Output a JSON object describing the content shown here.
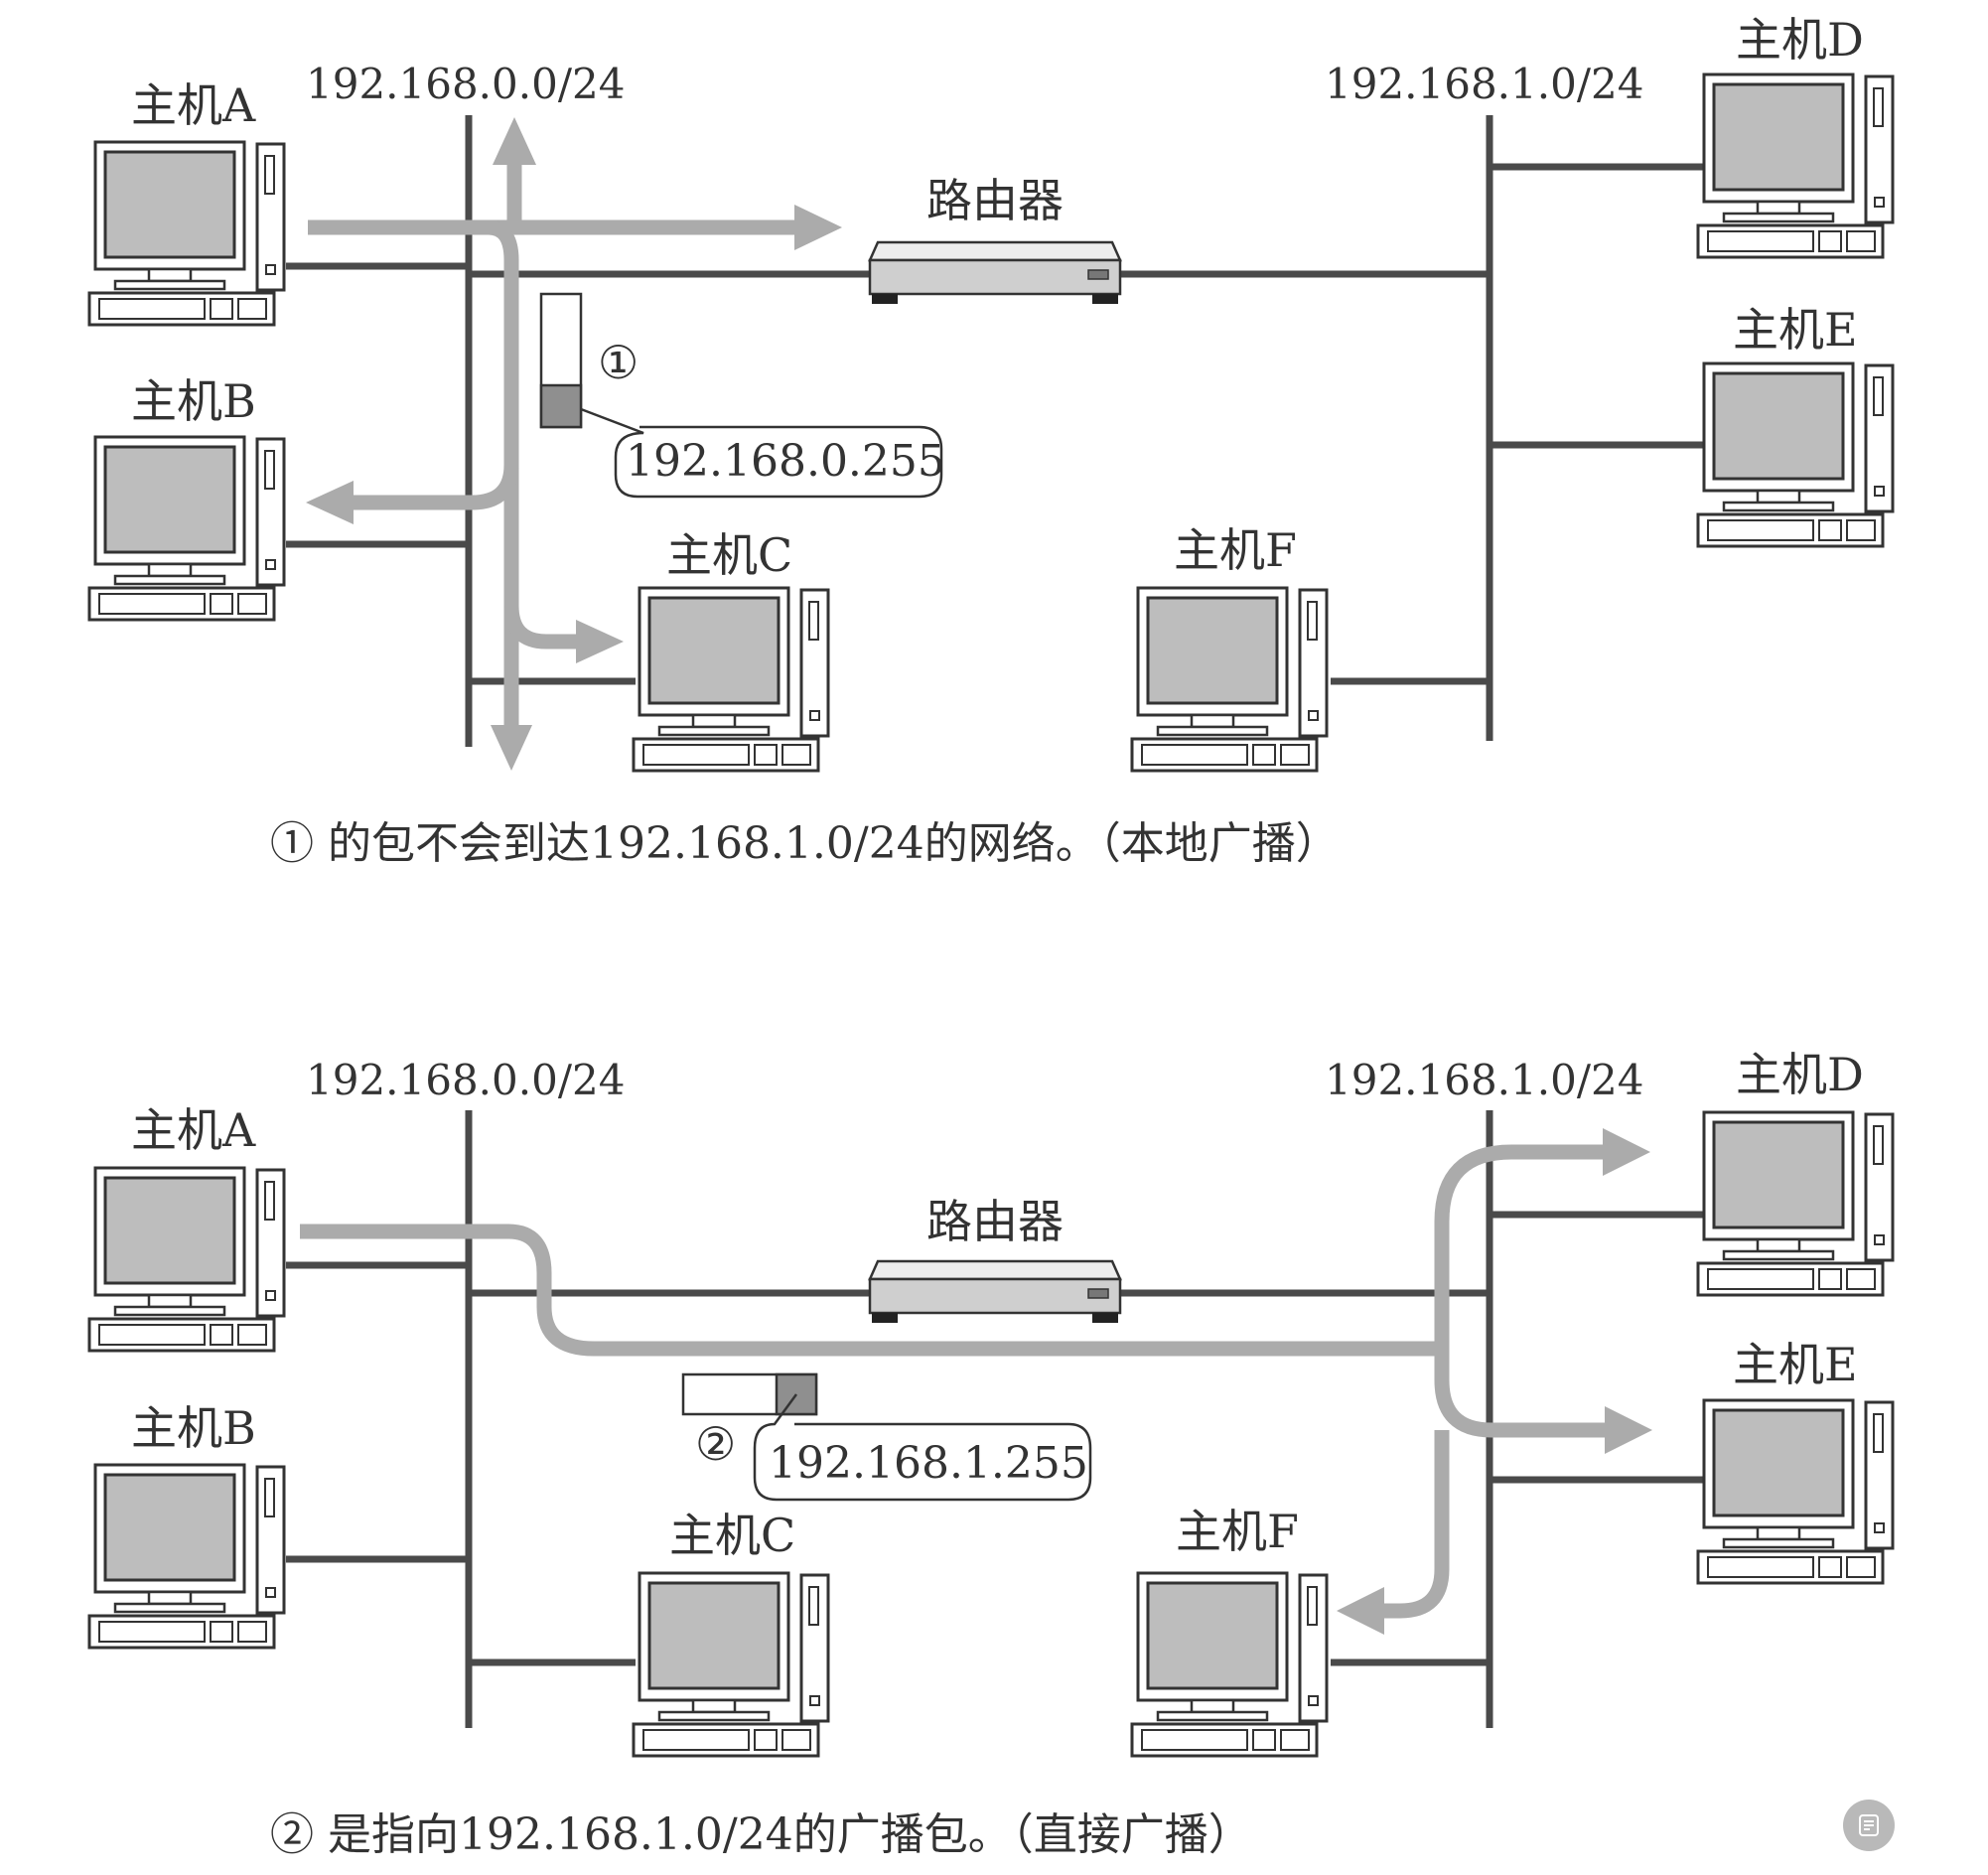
{
  "diagram1": {
    "net_left_label": "192.168.0.0/24",
    "net_right_label": "192.168.1.0/24",
    "router_label": "路由器",
    "hosts": {
      "a": "主机A",
      "b": "主机B",
      "c": "主机C",
      "d": "主机D",
      "e": "主机E",
      "f": "主机F"
    },
    "packet_marker": "①",
    "packet_address": "192.168.0.255",
    "caption": "① 的包不会到达192.168.1.0/24的网络。（本地广播）"
  },
  "diagram2": {
    "net_left_label": "192.168.0.0/24",
    "net_right_label": "192.168.1.0/24",
    "router_label": "路由器",
    "hosts": {
      "a": "主机A",
      "b": "主机B",
      "c": "主机C",
      "d": "主机D",
      "e": "主机E",
      "f": "主机F"
    },
    "packet_marker": "②",
    "packet_address": "192.168.1.255",
    "caption": "② 是指向192.168.1.0/24的广播包。（直接广播）"
  },
  "colors": {
    "line": "#4a4a4a",
    "arrow": "#ababab",
    "screen": "#bdbdbd",
    "packet_fill": "#8f8f8f"
  },
  "icons": {
    "corner_button": "document-icon"
  }
}
